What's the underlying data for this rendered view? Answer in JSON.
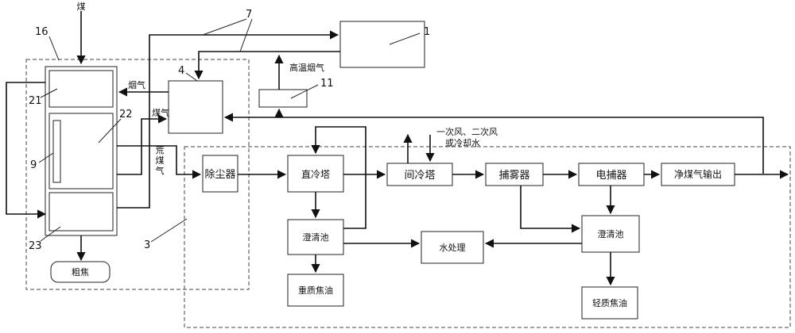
{
  "labels": {
    "coal_input": "煤",
    "flue_gas": "烟气",
    "coal_gas": "煤气",
    "raw_gas": [
      "荒",
      "煤",
      "气"
    ],
    "high_temp_flue_gas": "高温烟气",
    "cooling_media": [
      "一次风、二次风",
      "或冷却水"
    ]
  },
  "boxes": {
    "dust_remover": "除尘器",
    "direct_cooling_tower": "直冷塔",
    "indirect_cooling_tower": "间冷塔",
    "mist_catcher": "捕雾器",
    "electric_catcher": "电捕器",
    "clean_gas_output": "净煤气输出",
    "clarifier_1": "澄清池",
    "clarifier_2": "澄清池",
    "water_treatment": "水处理",
    "heavy_tar": "重质焦油",
    "light_tar": "轻质焦油",
    "crude_coke": "粗焦"
  },
  "numbers": {
    "n1": "1",
    "n3": "3",
    "n4": "4",
    "n7": "7",
    "n9": "9",
    "n11": "11",
    "n16": "16",
    "n21": "21",
    "n22": "22",
    "n23": "23"
  }
}
